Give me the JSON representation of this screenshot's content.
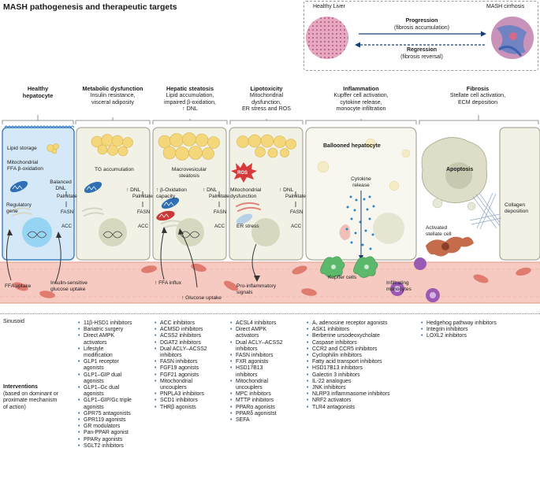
{
  "title": "MASH pathogenesis and therapeutic targets",
  "inset": {
    "healthy_label": "Healthy Liver",
    "cirrhosis_label": "MASH cirrhosis",
    "progression_title": "Progression",
    "progression_sub": "(fibrosis accumulation)",
    "regression_title": "Regression",
    "regression_sub": "(fibrosis reversal)"
  },
  "stages": [
    {
      "title": "Healthy hepatocyte",
      "line1": "",
      "line2": "",
      "line3": ""
    },
    {
      "title": "Metabolic dysfunction",
      "line1": "Insulin resistance,",
      "line2": "visceral adiposity",
      "line3": ""
    },
    {
      "title": "Hepatic steatosis",
      "line1": "Lipid accumulation,",
      "line2": "impaired β-oxidation,",
      "line3": "↑ DNL"
    },
    {
      "title": "Lipotoxicity",
      "line1": "Mitochondrial",
      "line2": "dysfunction,",
      "line3": "ER stress and ROS"
    },
    {
      "title": "Inflammation",
      "line1": "Kupffer cell activation,",
      "line2": "cytokine release,",
      "line3": "monocyte infiltration"
    },
    {
      "title": "Fibrosis",
      "line1": "Stellate cell activation,",
      "line2": "ECM deposition",
      "line3": ""
    }
  ],
  "cell_labels": {
    "lipid_storage": "Lipid storage",
    "mito_ffa": "Mitochondrial\nFFA β-oxidation",
    "balanced_dnl": "Balanced\nDNL",
    "palmitate": "Palmitate",
    "fasn": "FASN",
    "acc": "ACC",
    "regulatory_gene": "Regulatory\ngene",
    "tg_accumulation": "TG accumulation",
    "up_dnl": "↑ DNL",
    "macro_steatosis": "Macrovesicular\nsteatosis",
    "beta_ox_capacity": "↑ β-Oxidation\ncapacity",
    "ros": "ROS",
    "mito_dysfunction": "Mitochondrial\ndysfunction",
    "er_stress": "ER stress",
    "ballooned": "Ballooned hepatocyte",
    "cytokine_release": "Cytokine\nrelease",
    "kupffer": "Kupffer cells",
    "apoptosis": "Apoptosis",
    "collagen": "Collagen\ndeposition",
    "stellate": "Activated\nstellate cell",
    "infiltrating": "Infiltrating\nmonocytes"
  },
  "sinusoid_labels": {
    "ffa_uptake": "FFA uptake",
    "insulin_glucose": "Insulin-sensitive\nglucose uptake",
    "ffa_influx": "↑ FFA influx",
    "glucose_uptake": "↑ Glucose uptake",
    "pro_inflammatory": "Pro-inflammatory\nsignals"
  },
  "sinusoid": "Sinusoid",
  "interventions_title": "Interventions",
  "interventions_sub": "(based on dominant or\nproximate mechanism\nof action)",
  "therapy_lists": [
    [
      "11β-HSD1 inhibitors",
      "Bariatric surgery",
      "Direct AMPK\nactivators",
      "Lifestyle\nmodification",
      "GLP1 receptor\nagonists",
      "GLP1–GIP dual\nagonists",
      "GLP1–Gc dual\nagonists",
      "GLP1–GIP/Gc triple\nagonists",
      "GPR75 antagonists",
      "GPR119 agonists",
      "GR modulators",
      "Pan-PPAR agonist",
      "PPARγ agonists",
      "SGLT2 inhibitors"
    ],
    [
      "ACC inhibitors",
      "ACMSD inhibitors",
      "ACSS2 inhibitors",
      "DGAT2 inhibitors",
      "Dual ACLY–ACSS2\ninhibitors",
      "FASN inhibitors",
      "FGF19 agonists",
      "FGF21 agonists",
      "Mitochondrial\nuncouplers",
      "PNPLA3 inhibitors",
      "SCD1 inhibitors",
      "THRβ agonists"
    ],
    [
      "ACSL4 inhibitors",
      "Direct AMPK\nactivators",
      "Dual ACLY–ACSS2\ninhibitors",
      "FASN inhibitors",
      "FXR agonists",
      "HSD17B13\ninhibitors",
      "Mitochondrial\nuncouplers",
      "MPC inhibitors",
      "MTTP inhibitors",
      "PPARα agonists",
      "PPARδ agonistst",
      "SEFA"
    ],
    [
      "A₁ adenosine receptor agonists",
      "ASK1 inhibitors",
      "Berberine ursodeoxycholate",
      "Caspase inhibitors",
      "CCR2 and CCR5 inhibitors",
      "Cyclophilin inhibitors",
      "Fatty acid transport inhibitors",
      "HSD17B13 inhibitors",
      "Galectin 3 inhibitors",
      "IL-22 analogues",
      "JNK inhibitors",
      "NLRP3 inflammasome inhibitors",
      "NRF2 activators",
      "TLR4 antagonists"
    ],
    [
      "Hedgehog pathway inhibitors",
      "Integrin inhibitors",
      "LOXL2 inhibitors"
    ]
  ],
  "colors": {
    "accent_blue": "#1f5fa6",
    "healthy_cell": "#d4e8f7",
    "cell_fill": "#f1f1e6",
    "sinusoid": "#f6c9c1",
    "lipid": "#f3d77a",
    "rbc": "#e07b70",
    "kupffer": "#5cb86a",
    "monocyte": "#9a5ab4"
  }
}
